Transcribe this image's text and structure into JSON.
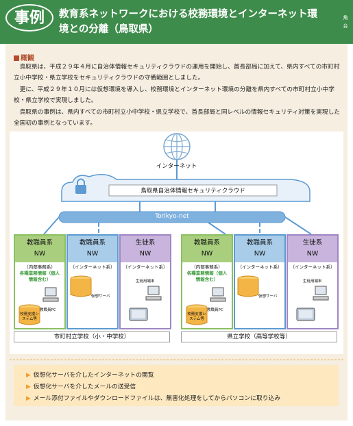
{
  "header": {
    "badge": "事例",
    "title": "教育系ネットワークにおける校務環境とインターネット環境との分離（鳥取県）",
    "side_label": "角台"
  },
  "overview": {
    "heading": "概観",
    "paragraphs": [
      "鳥取県は、平成２９年４月に自治体情報セキュリティクラウドの運用を開始し、首長部局に加えて、県内すべての市町村立小中学校・県立学校をセキュリティクラウドの守備範囲としました。",
      "更に、平成２９年１０月には仮想環境を導入し、校務環境とインターネット環境の分離を県内すべての市町村立小中学校・県立学校で実現しました。",
      "鳥取県の事例は、県内すべての市町村立小中学校・県立学校で、首長部局と同レベルの情報セキュリティ対策を実現した全国初の事例となっています。"
    ]
  },
  "diagram": {
    "internet_label": "インターネット",
    "cloud_label": "鳥取県自治体情報セキュリティクラウド",
    "net_label": "Torikyo-net",
    "groups": [
      {
        "school_label": "市町村立学校（小・中学校）",
        "boxes": [
          {
            "title": "教職員系",
            "sub": "NW",
            "system": "（内部事務系）",
            "green_text": "各種業務情報（個人情報含む）",
            "cylinder": "校務支援システム等",
            "pc": "教職員PC"
          },
          {
            "title": "教職員系",
            "sub": "NW",
            "system": "（インターネット系）",
            "server": "仮想サーバ"
          },
          {
            "title": "生徒系",
            "sub": "NW",
            "system": "（インターネット系）",
            "terminal": "生徒用端末"
          }
        ]
      },
      {
        "school_label": "県立学校（高等学校等）",
        "boxes": [
          {
            "title": "教職員系",
            "sub": "NW",
            "system": "（内部事務系）",
            "green_text": "各種業務情報（個人情報含む）",
            "cylinder": "校務支援システム等",
            "pc": "教職員PC"
          },
          {
            "title": "教職員系",
            "sub": "NW",
            "system": "（インターネット系）",
            "server": "仮想サーバ"
          },
          {
            "title": "生徒系",
            "sub": "NW",
            "system": "（インターネット系）",
            "terminal": "生徒用端末"
          }
        ]
      }
    ]
  },
  "bullets": [
    "仮想化サーバを介したインターネットの閲覧",
    "仮想化サーバを介したメールの送受信",
    "メール添付ファイルやダウンロードファイルは、無害化処理をしてからパソコンに取り込み"
  ],
  "colors": {
    "header_green": "#3e8c4b",
    "heading_red": "#b24d2c",
    "net_blue": "#5d9ad1",
    "green_box": "#a9cf7e",
    "blue_box": "#a9cde9",
    "purple_box": "#c8b4dc",
    "cylinder_orange": "#f3b545",
    "bullet_bg": "#fde8c0"
  }
}
